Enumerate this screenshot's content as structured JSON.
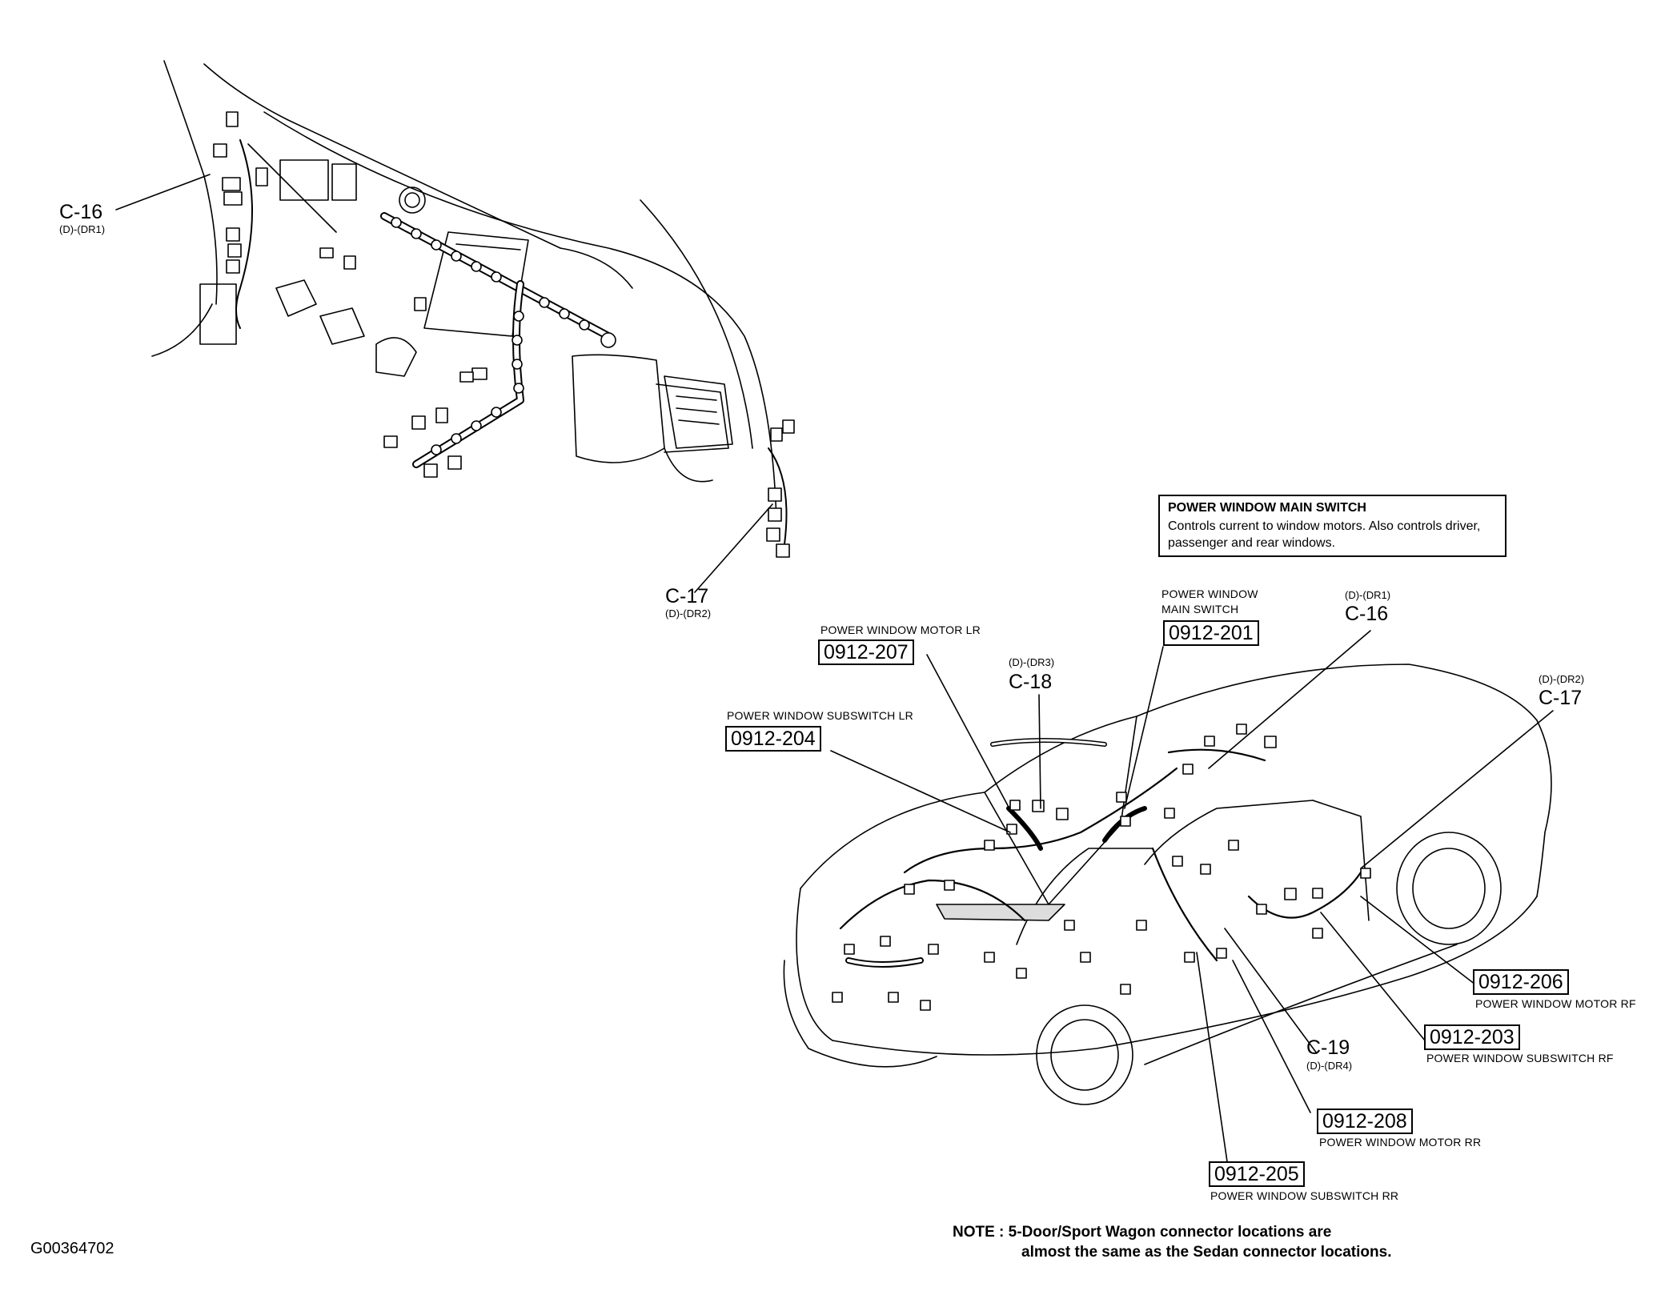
{
  "figure_id": "G00364702",
  "info_box": {
    "title": "POWER WINDOW MAIN SWITCH",
    "description": "Controls current to window motors. Also controls driver, passenger and rear windows."
  },
  "note": {
    "prefix": "NOTE :",
    "line1": "5-Door/Sport Wagon connector locations are",
    "line2": "almost the same as the Sedan connector locations."
  },
  "connectors": {
    "dash_c16": {
      "id": "C-16",
      "sub": "(D)-(DR1)"
    },
    "dash_c17": {
      "id": "C-17",
      "sub": "(D)-(DR2)"
    },
    "car_c16": {
      "id": "C-16",
      "sub": "(D)-(DR1)"
    },
    "car_c17": {
      "id": "C-17",
      "sub": "(D)-(DR2)"
    },
    "car_c18": {
      "id": "C-18",
      "sub": "(D)-(DR3)"
    },
    "car_c19": {
      "id": "C-19",
      "sub": "(D)-(DR4)"
    }
  },
  "components": {
    "c201": {
      "code": "0912-201",
      "caption_line1": "POWER WINDOW",
      "caption_line2": "MAIN SWITCH"
    },
    "c207": {
      "code": "0912-207",
      "caption": "POWER WINDOW MOTOR  LR"
    },
    "c204": {
      "code": "0912-204",
      "caption": "POWER WINDOW SUBSWITCH LR"
    },
    "c206": {
      "code": "0912-206",
      "caption": "POWER WINDOW MOTOR RF"
    },
    "c203": {
      "code": "0912-203",
      "caption": "POWER WINDOW SUBSWITCH RF"
    },
    "c208": {
      "code": "0912-208",
      "caption": "POWER WINDOW MOTOR RR"
    },
    "c205": {
      "code": "0912-205",
      "caption": "POWER WINDOW SUBSWITCH RR"
    }
  }
}
